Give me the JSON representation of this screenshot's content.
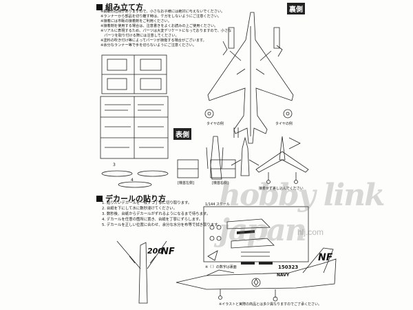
{
  "assembly": {
    "heading": "組み立て方",
    "notes": [
      "※鋭敏の危険がありますので、小さなお子様には絶対に与えないでください。",
      "※ランナーから部品を切り離す時は、ケガをしないようにご注意ください。",
      "※接着には市販の接着剤をご利用ください。",
      "※接着剤を使用する場合は、注意書きをよくお読みの上ご使用ください。",
      "※リアルに表現するため、パーツは大変デリケートになっておりますので、小さな",
      "　パーツを取り付ける際には注意してください。",
      "※塗料の吹き付け等によってパーツが損傷する場合がございます。",
      "※余分なランナー等で手を切らないようにご注意ください。"
    ]
  },
  "labels": {
    "rear_view": "裏側",
    "front_view": "表側",
    "tire_example_1": "タイヤの例",
    "tire_example_2": "タイヤの例",
    "attach_note": "接着せず差し込んでください",
    "step_label_3": "3",
    "step_label_4": "4",
    "mount_a": "[機首左側]",
    "mount_b": "[機首右側]",
    "scale_note": "1/144 スケール",
    "bracket_note": "※（ ）の数字は裏面",
    "footer_note": "※イラストと実際の商品とは多少異なりますのでご了承ください。"
  },
  "decal": {
    "heading": "デカールの貼り方",
    "steps": [
      "1. 貼りたいデカールを一枚ずつ丁寧に切り取ります。",
      "2. 台紙を下にして水に数秒浸けてください。",
      "3. 数秒後、台紙からデカールがずれるようになるまで待ちます。",
      "4. デカールを任意の箇所に置き、台紙を丁寧にずらします。",
      "5. デカールを正しい位置に合わせ、余分な水分を布等で拭き取ります。"
    ]
  },
  "markings": {
    "tail_code": "NF",
    "side_number": "200",
    "serial": "150323",
    "navy": "NAVY"
  },
  "watermark": {
    "brand": "hobby link japan",
    "site": "hlj.com"
  }
}
